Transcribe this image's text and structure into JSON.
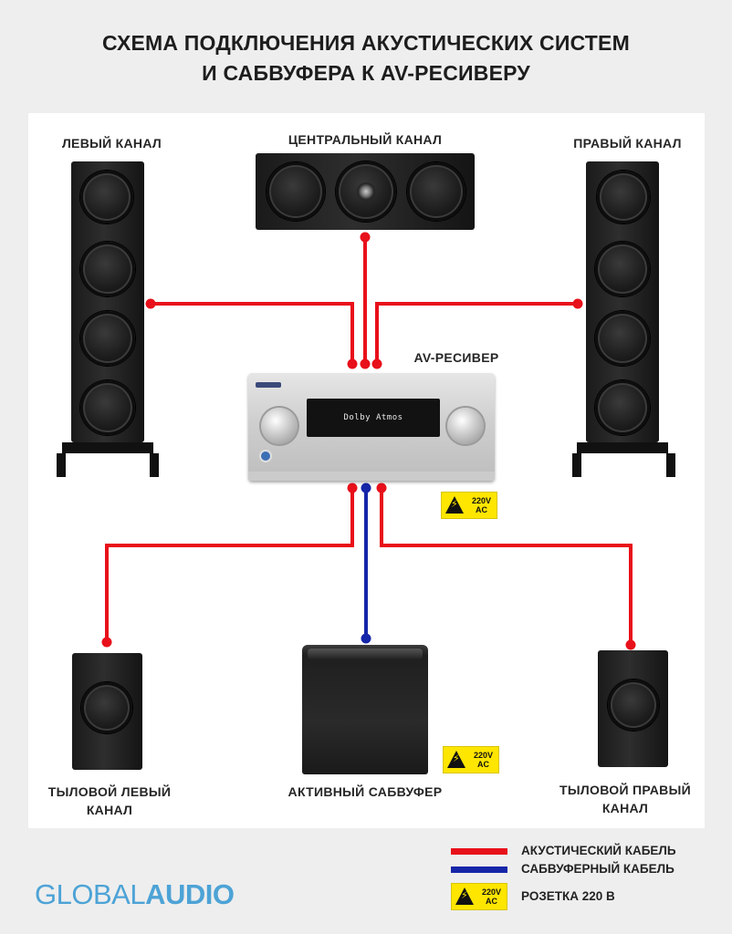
{
  "title": {
    "line1": "СХЕМА ПОДКЛЮЧЕНИЯ АКУСТИЧЕСКИХ СИСТЕМ",
    "line2": "И САБВУФЕРА К AV-РЕСИВЕРУ"
  },
  "nodes": {
    "left": "ЛЕВЫЙ КАНАЛ",
    "center": "ЦЕНТРАЛЬНЫЙ КАНАЛ",
    "right": "ПРАВЫЙ КАНАЛ",
    "receiver": "AV-РЕСИВЕР",
    "rear_left_1": "ТЫЛОВОЙ ЛЕВЫЙ",
    "rear_left_2": "КАНАЛ",
    "subwoofer": "АКТИВНЫЙ САБВУФЕР",
    "rear_right_1": "ТЫЛОВОЙ ПРАВЫЙ",
    "rear_right_2": "КАНАЛ"
  },
  "receiver_display": "Dolby Atmos",
  "power_badge": {
    "line1": "220V",
    "line2": "AC"
  },
  "legend": {
    "acoustic_cable": "АКУСТИЧЕСКИЙ КАБЕЛЬ",
    "sub_cable": "САБВУФЕРНЫЙ КАБЕЛЬ",
    "socket": "РОЗЕТКА 220 В"
  },
  "logo": {
    "part1": "GLOBAL",
    "part2": "AUDIO"
  },
  "colors": {
    "acoustic_cable": "#e8101a",
    "sub_cable": "#1626a8",
    "warning": "#ffe600",
    "logo": "#4da3d6"
  }
}
